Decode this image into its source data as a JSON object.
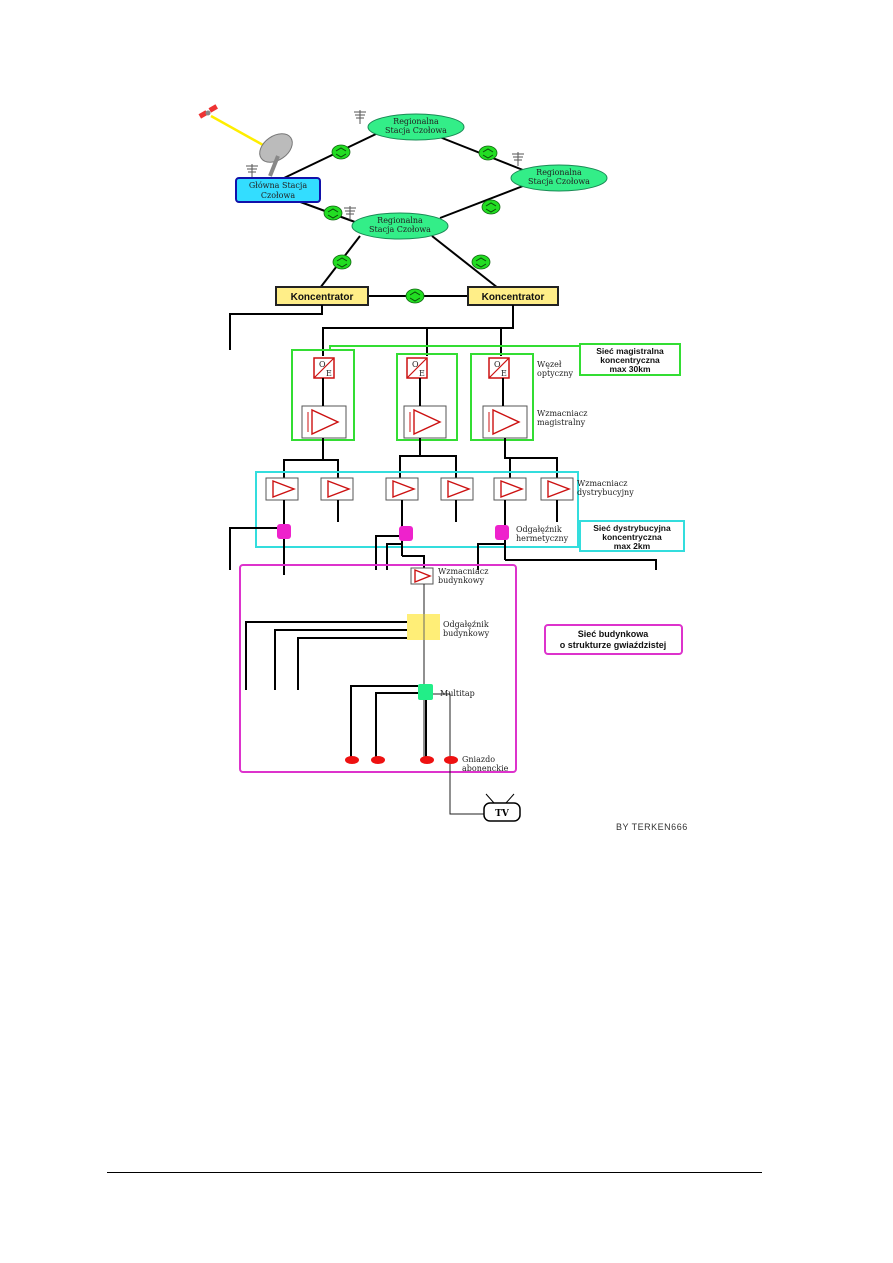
{
  "nodes": {
    "main_headend": [
      "Główna Stacja",
      "Czołowa"
    ],
    "regional_top": [
      "Regionalna",
      "Stacja Czołowa"
    ],
    "regional_right": [
      "Regionalna",
      "Stacja Czołowa"
    ],
    "regional_bottom": [
      "Regionalna",
      "Stacja Czołowa"
    ],
    "concentrator_left": "Koncentrator",
    "concentrator_right": "Koncentrator"
  },
  "optical_node": {
    "letter_o": "O",
    "letter_e": "E"
  },
  "labels": {
    "optical_node": [
      "Węzeł",
      "optyczny"
    ],
    "trunk_amplifier": [
      "Wzmacniacz",
      "magistralny"
    ],
    "distribution_amplifier": [
      "Wzmacniacz",
      "dystrybucyjny"
    ],
    "hermetic_tap": [
      "Odgałęźnik",
      "hermetyczny"
    ],
    "building_amplifier": [
      "Wzmacniacz",
      "budynkowy"
    ],
    "building_tap": [
      "Odgałęźnik",
      "budynkowy"
    ],
    "multitap": "Multitap",
    "subscriber_outlet": [
      "Gniazdo",
      "abonenckie"
    ],
    "tv": "TV"
  },
  "section_boxes": {
    "trunk": [
      "Sieć magistralna",
      "koncentryczna",
      "max 30km"
    ],
    "distribution": [
      "Sieć dystrybucyjna",
      "koncentryczna",
      "max 2km"
    ],
    "building": [
      "Sieć budynkowa",
      "o strukturze gwiaździstej"
    ]
  },
  "credit": "BY TERKEN666",
  "colors": {
    "ellipse": "#33ee88",
    "main_headend": "#33ddff",
    "concentrator": "#ffee88",
    "trunk_section": "#33dd33",
    "distribution_section": "#33dddd",
    "building_section": "#dd33cc",
    "amp_symbol": "#cc1111",
    "hermetic_tap": "#ee22cc",
    "building_tap": "#ffee77",
    "multitap": "#22ee88",
    "outlet": "#ee1111",
    "link_icon": "#22dd22",
    "satellite_beam": "#ffee00"
  }
}
